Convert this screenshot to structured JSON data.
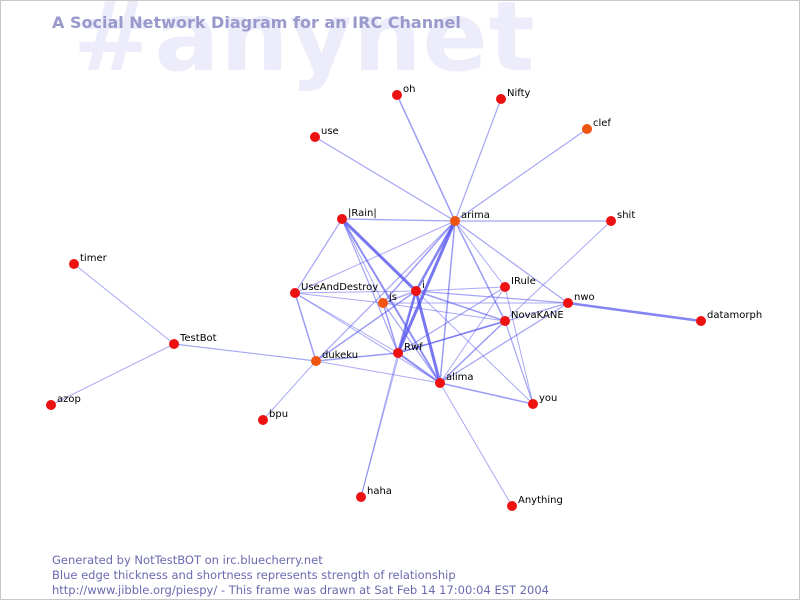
{
  "watermark": "#anynet",
  "title": "A Social Network Diagram for an IRC Channel",
  "footer": {
    "line1": "Generated by NotTestBOT on irc.bluecherry.net",
    "line2": "Blue edge thickness and shortness represents strength of relationship",
    "line3": "http://www.jibble.org/piespy/ - This frame was drawn at Sat Feb 14 17:00:04 EST 2004"
  },
  "colors": {
    "node": "#ee1111",
    "node_orange": "#ee5511",
    "edge": "#5555ee",
    "title": "#9999cc",
    "watermark": "#ececfa",
    "footer": "#6a6ab0"
  },
  "nodes": [
    {
      "id": "oh",
      "label": "oh",
      "color": "red"
    },
    {
      "id": "Nifty",
      "label": "Nifty",
      "color": "red"
    },
    {
      "id": "clef",
      "label": "clef",
      "color": "orange"
    },
    {
      "id": "use",
      "label": "use",
      "color": "red"
    },
    {
      "id": "Rain",
      "label": "|Rain|",
      "color": "red"
    },
    {
      "id": "arima",
      "label": "arima",
      "color": "orange"
    },
    {
      "id": "shit",
      "label": "shit",
      "color": "red"
    },
    {
      "id": "timer",
      "label": "timer",
      "color": "red"
    },
    {
      "id": "UseAndDestroy",
      "label": "UseAndDestroy",
      "color": "red"
    },
    {
      "id": "js",
      "label": "js",
      "color": "orange"
    },
    {
      "id": "i",
      "label": "i",
      "color": "red"
    },
    {
      "id": "IRule",
      "label": "IRule",
      "color": "red"
    },
    {
      "id": "nwo",
      "label": "nwo",
      "color": "red"
    },
    {
      "id": "NovaKANE",
      "label": "NovaKANE",
      "color": "red"
    },
    {
      "id": "datamorph",
      "label": "datamorph",
      "color": "red"
    },
    {
      "id": "TestBot",
      "label": "TestBot",
      "color": "red"
    },
    {
      "id": "Rwf",
      "label": "Rwf",
      "color": "red"
    },
    {
      "id": "dukeku",
      "label": "dukeku",
      "color": "orange"
    },
    {
      "id": "alima",
      "label": "alima",
      "color": "red"
    },
    {
      "id": "azop",
      "label": "azop",
      "color": "red"
    },
    {
      "id": "you",
      "label": "you",
      "color": "red"
    },
    {
      "id": "bpu",
      "label": "bpu",
      "color": "red"
    },
    {
      "id": "haha",
      "label": "haha",
      "color": "red"
    },
    {
      "id": "Anything",
      "label": "Anything",
      "color": "red"
    }
  ],
  "edges": [
    {
      "from": "oh",
      "to": "arima",
      "weight": 1.5
    },
    {
      "from": "Nifty",
      "to": "arima",
      "weight": 1.2
    },
    {
      "from": "clef",
      "to": "arima",
      "weight": 1.2
    },
    {
      "from": "use",
      "to": "arima",
      "weight": 1.2
    },
    {
      "from": "shit",
      "to": "arima",
      "weight": 1.2
    },
    {
      "from": "shit",
      "to": "NovaKANE",
      "weight": 1
    },
    {
      "from": "Rain",
      "to": "arima",
      "weight": 1.3
    },
    {
      "from": "Rain",
      "to": "i",
      "weight": 3
    },
    {
      "from": "Rain",
      "to": "UseAndDestroy",
      "weight": 1.2
    },
    {
      "from": "Rain",
      "to": "js",
      "weight": 1
    },
    {
      "from": "Rain",
      "to": "alima",
      "weight": 2
    },
    {
      "from": "Rain",
      "to": "Rwf",
      "weight": 1.2
    },
    {
      "from": "arima",
      "to": "i",
      "weight": 2.5
    },
    {
      "from": "arima",
      "to": "Rwf",
      "weight": 3
    },
    {
      "from": "arima",
      "to": "js",
      "weight": 1.5
    },
    {
      "from": "arima",
      "to": "dukeku",
      "weight": 1.2
    },
    {
      "from": "arima",
      "to": "UseAndDestroy",
      "weight": 1
    },
    {
      "from": "arima",
      "to": "IRule",
      "weight": 1
    },
    {
      "from": "arima",
      "to": "NovaKANE",
      "weight": 1.5
    },
    {
      "from": "arima",
      "to": "nwo",
      "weight": 1.2
    },
    {
      "from": "arima",
      "to": "alima",
      "weight": 1.5
    },
    {
      "from": "i",
      "to": "UseAndDestroy",
      "weight": 1
    },
    {
      "from": "i",
      "to": "js",
      "weight": 1.3
    },
    {
      "from": "i",
      "to": "IRule",
      "weight": 1
    },
    {
      "from": "i",
      "to": "nwo",
      "weight": 1.2
    },
    {
      "from": "i",
      "to": "NovaKANE",
      "weight": 1.5
    },
    {
      "from": "i",
      "to": "Rwf",
      "weight": 2.5
    },
    {
      "from": "i",
      "to": "alima",
      "weight": 3
    },
    {
      "from": "i",
      "to": "dukeku",
      "weight": 1.5
    },
    {
      "from": "i",
      "to": "you",
      "weight": 1
    },
    {
      "from": "i",
      "to": "haha",
      "weight": 1
    },
    {
      "from": "UseAndDestroy",
      "to": "js",
      "weight": 1
    },
    {
      "from": "UseAndDestroy",
      "to": "dukeku",
      "weight": 1.5
    },
    {
      "from": "UseAndDestroy",
      "to": "Rwf",
      "weight": 1
    },
    {
      "from": "UseAndDestroy",
      "to": "alima",
      "weight": 1
    },
    {
      "from": "js",
      "to": "Rwf",
      "weight": 1.5
    },
    {
      "from": "js",
      "to": "alima",
      "weight": 1.2
    },
    {
      "from": "js",
      "to": "nwo",
      "weight": 1
    },
    {
      "from": "IRule",
      "to": "Rwf",
      "weight": 1.2
    },
    {
      "from": "IRule",
      "to": "alima",
      "weight": 1
    },
    {
      "from": "IRule",
      "to": "you",
      "weight": 1
    },
    {
      "from": "nwo",
      "to": "datamorph",
      "weight": 2.5
    },
    {
      "from": "nwo",
      "to": "Rwf",
      "weight": 1.2
    },
    {
      "from": "nwo",
      "to": "alima",
      "weight": 1.2
    },
    {
      "from": "NovaKANE",
      "to": "Rwf",
      "weight": 1.5
    },
    {
      "from": "NovaKANE",
      "to": "alima",
      "weight": 1.5
    },
    {
      "from": "NovaKANE",
      "to": "you",
      "weight": 1.2
    },
    {
      "from": "NovaKANE",
      "to": "js",
      "weight": 1
    },
    {
      "from": "TestBot",
      "to": "timer",
      "weight": 1
    },
    {
      "from": "TestBot",
      "to": "azop",
      "weight": 1
    },
    {
      "from": "TestBot",
      "to": "dukeku",
      "weight": 1.2
    },
    {
      "from": "Rwf",
      "to": "dukeku",
      "weight": 1.5
    },
    {
      "from": "Rwf",
      "to": "alima",
      "weight": 2
    },
    {
      "from": "Rwf",
      "to": "haha",
      "weight": 1
    },
    {
      "from": "dukeku",
      "to": "alima",
      "weight": 1
    },
    {
      "from": "dukeku",
      "to": "bpu",
      "weight": 1
    },
    {
      "from": "alima",
      "to": "you",
      "weight": 1.5
    },
    {
      "from": "alima",
      "to": "Anything",
      "weight": 1
    }
  ]
}
